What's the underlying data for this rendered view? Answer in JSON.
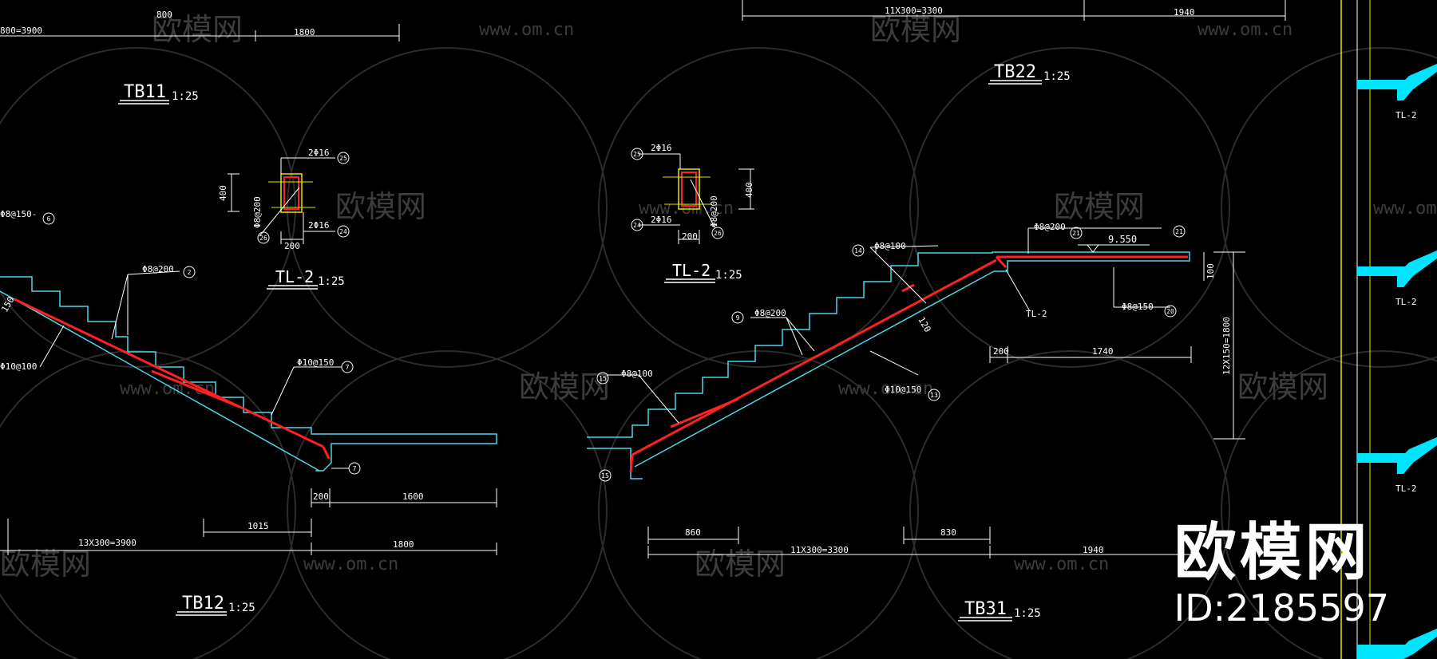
{
  "drawings": {
    "tb11": {
      "name": "TB11",
      "scale": "1:25"
    },
    "tb12": {
      "name": "TB12",
      "scale": "1:25"
    },
    "tb22": {
      "name": "TB22",
      "scale": "1:25"
    },
    "tb31": {
      "name": "TB31",
      "scale": "1:25"
    },
    "tl2_left": {
      "name": "TL-2",
      "scale": "1:25"
    },
    "tl2_right": {
      "name": "TL-2",
      "scale": "1:25"
    }
  },
  "dimensions": {
    "top_left_a": "800=3900",
    "top_left_b": "800",
    "top_left_c": "1800",
    "top_right_a": "11X300=3300",
    "top_right_b": "1940",
    "left_bottom_200": "200",
    "left_bottom_1600": "1600",
    "left_bottom_1015": "1015",
    "left_bottom_total": "13X300=3900",
    "left_bottom_1800": "1800",
    "right_200": "200",
    "right_1740": "1740",
    "right_height": "12X150=1800",
    "right_100": "100",
    "right_860": "860",
    "right_830": "830",
    "right_total": "11X300=3300",
    "right_1940": "1940",
    "tl_400": "400",
    "tl_200": "200",
    "elevation": "9.550"
  },
  "rebar_labels": {
    "l_2phi16_top": "2Φ16",
    "l_2phi16_bot": "2Φ16",
    "l_phi8_200_side": "Φ8@200",
    "l_phi8_200_stair": "Φ8@200",
    "l_phi10_100": "Φ10@100",
    "l_phi10_150": "Φ10@150",
    "l_phi8_150": "Φ8@150-",
    "l_150": "150",
    "r_2phi16_top": "2Φ16",
    "r_2phi16_bot": "2Φ16",
    "r_phi8_200_side": "Φ8@200",
    "r_phi8_100_a": "Φ8@100",
    "r_phi8_200_b": "Φ8@200",
    "r_phi8_200_c": "Φ8@200",
    "r_phi8_100_d": "Φ8@100",
    "r_phi10_150": "Φ10@150",
    "r_phi8_150": "Φ8@150",
    "r_tl2_tag": "TL-2",
    "r_120": "120"
  },
  "callouts": [
    "2",
    "6",
    "7",
    "7",
    "24",
    "25",
    "26",
    "24",
    "25",
    "26",
    "9",
    "13",
    "14",
    "15",
    "15",
    "20",
    "21",
    "21"
  ],
  "side_labels": [
    "TL-2",
    "TL-2",
    "TL-2"
  ],
  "watermark": {
    "site": "www.om.cn",
    "brand": "欧模网",
    "id": "ID:2185597"
  },
  "colors": {
    "background": "#000000",
    "outline": "#4fd6e6",
    "rebar": "#ff2020",
    "dimension": "#ffffff",
    "leader": "#ffffff",
    "section_yellow": "#e6e600",
    "side_cyan": "#00e5ff",
    "watermark": "#3a3a3a"
  }
}
